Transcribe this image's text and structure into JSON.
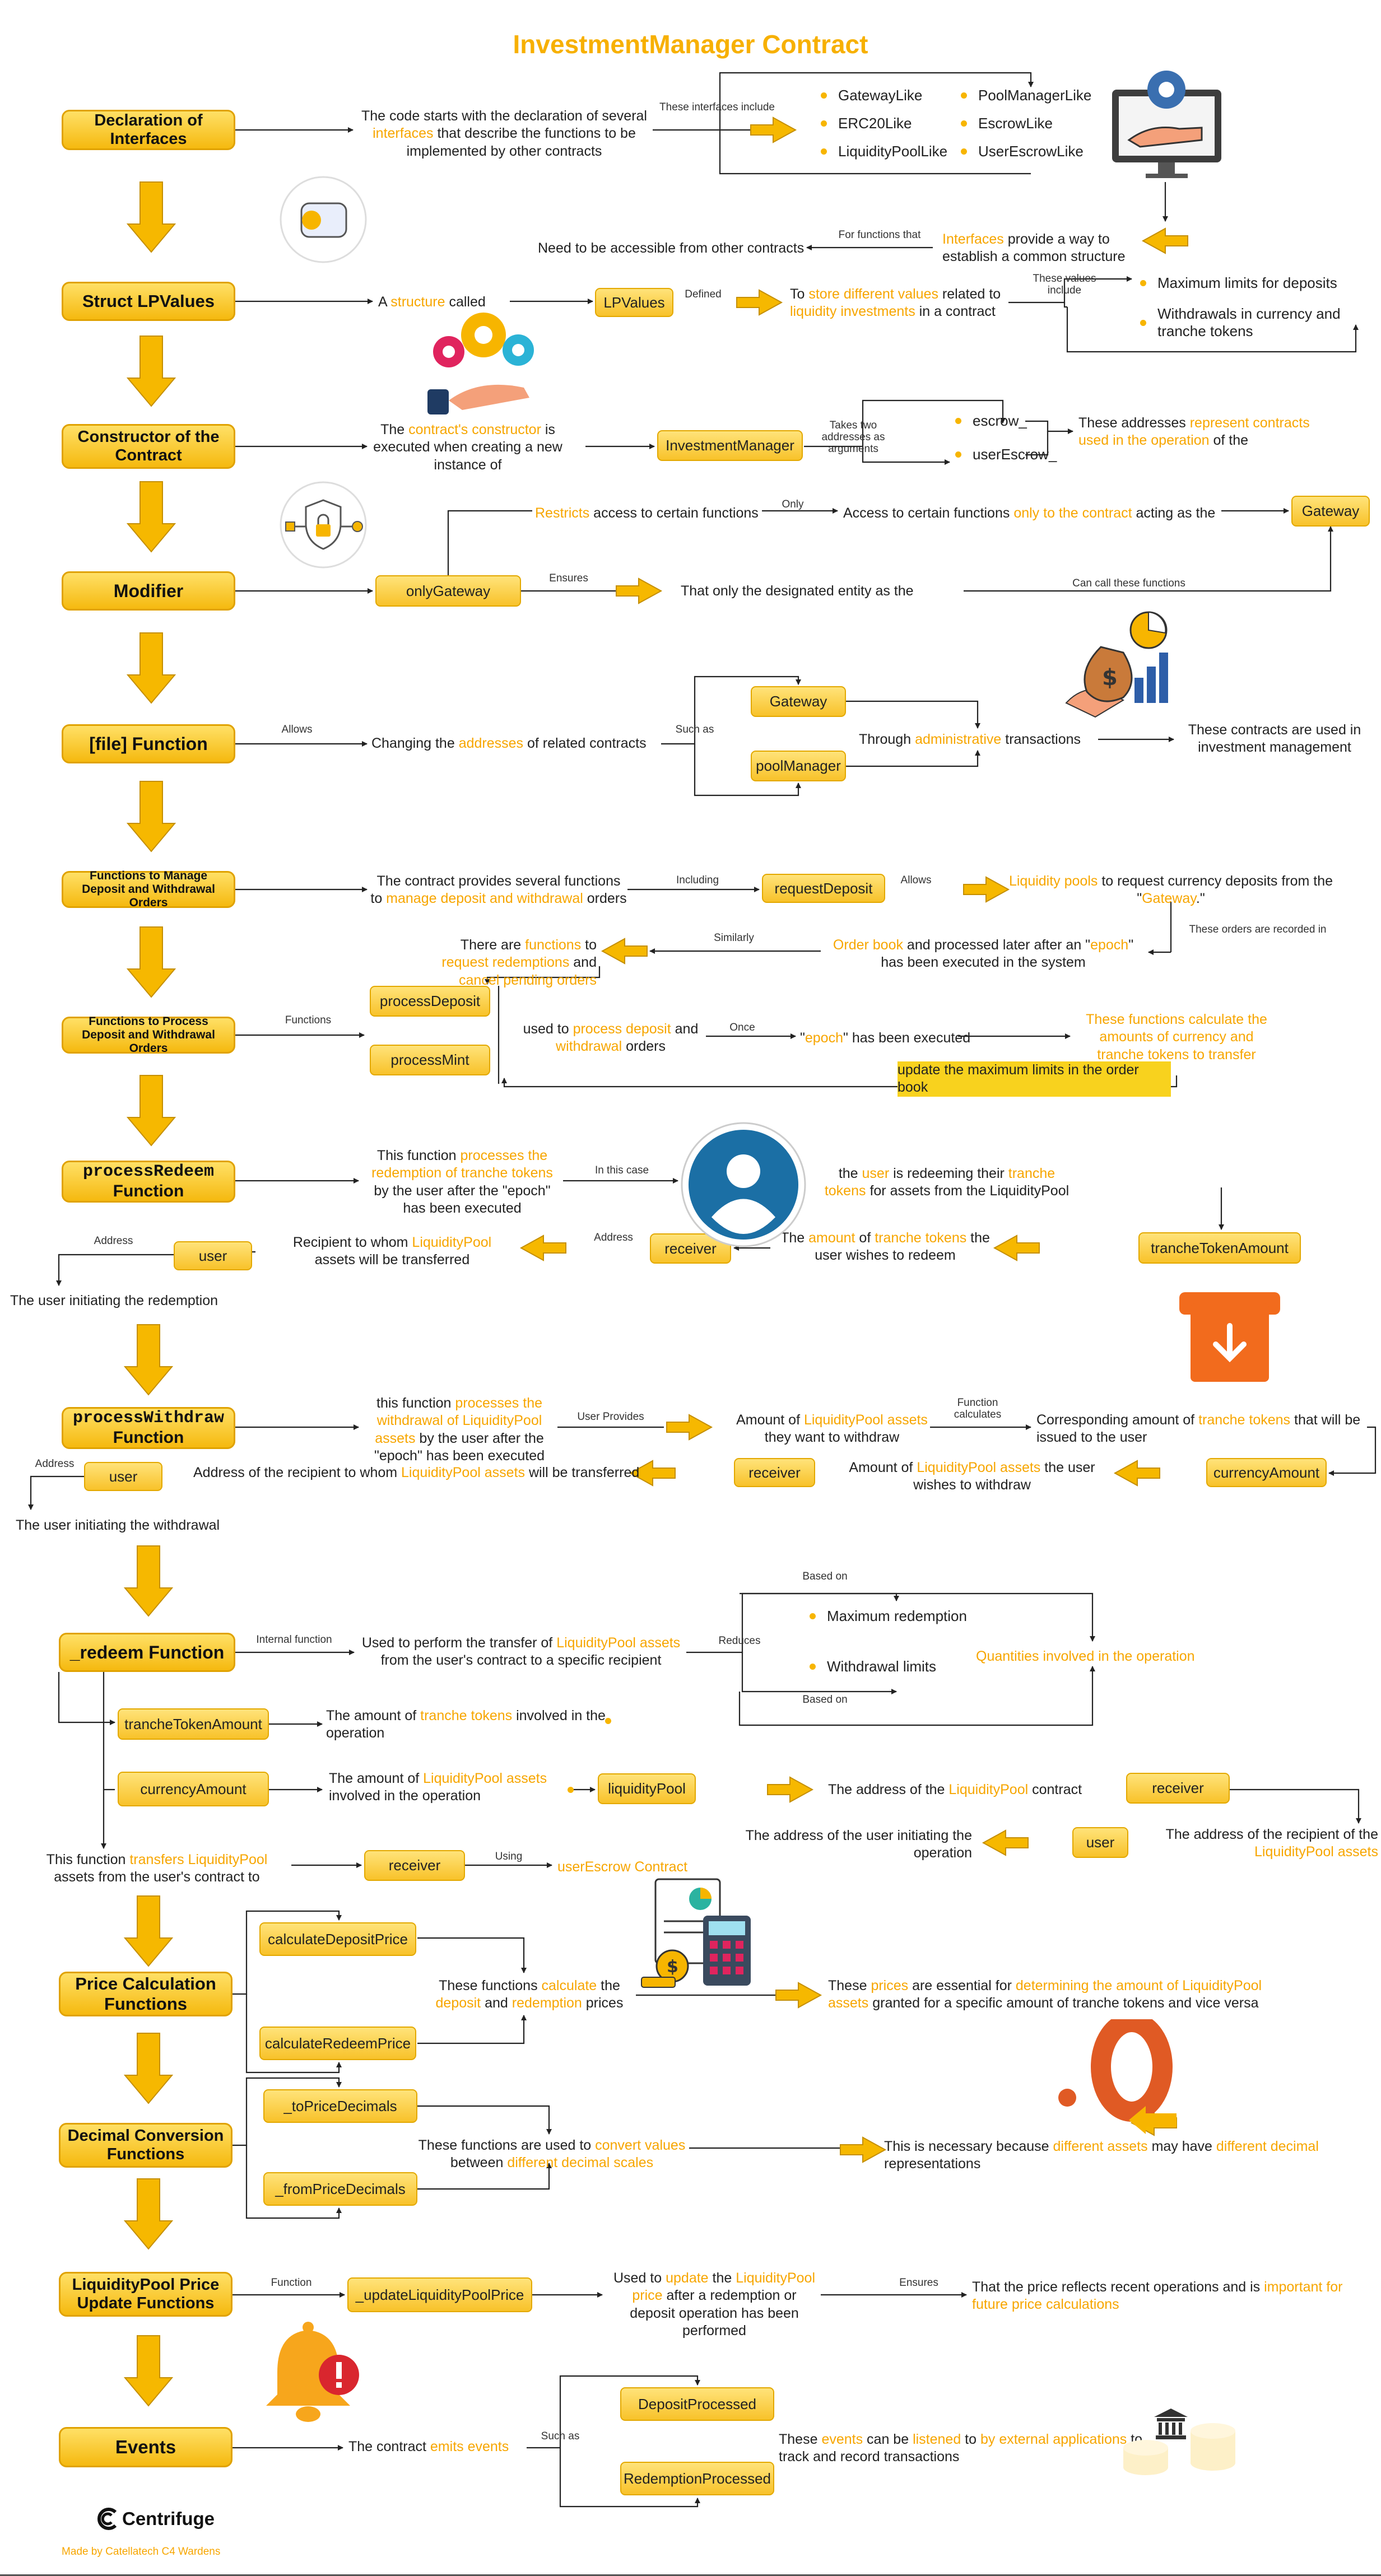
{
  "title": "InvestmentManager Contract",
  "interfaces": {
    "main": "Declaration of Interfaces",
    "desc": {
      "a": "The code starts with the declaration of several ",
      "b": "interfaces",
      "c": " that describe the functions to be implemented by other contracts"
    },
    "label_include": "These interfaces include",
    "items": [
      "GatewayLike",
      "ERC20Like",
      "LiquidityPoolLike",
      "PoolManagerLike",
      "EscrowLike",
      "UserEscrowLike"
    ],
    "note": {
      "a": "Interfaces",
      "b": " provide a way to establish a common structure"
    },
    "label_for": "For functions that",
    "access": "Need to be accessible from other contracts"
  },
  "struct": {
    "main": "Struct LPValues",
    "a": {
      "a": "A ",
      "b": "structure",
      "c": " called"
    },
    "node": "LPValues",
    "label_defined": "Defined",
    "store": {
      "a": "To ",
      "b": "store different values",
      "c": " related to ",
      "d": "liquidity investments",
      "e": " in a contract"
    },
    "label_values": "These values include",
    "items": [
      "Maximum limits for deposits",
      "Withdrawals in currency and tranche tokens"
    ]
  },
  "constructor": {
    "main": "Constructor of the Contract",
    "desc": {
      "a": "The ",
      "b": "contract's constructor",
      "c": " is executed when creating a new instance of"
    },
    "node": "InvestmentManager",
    "label_takes": "Takes two addresses as arguments",
    "items": [
      "escrow_",
      "userEscrow_"
    ],
    "result": {
      "a": "These addresses ",
      "b": "represent contracts used in the operation",
      "c": " of the"
    }
  },
  "modifier": {
    "main": "Modifier",
    "node": "onlyGateway",
    "restricts": {
      "a": "Restricts",
      "b": " access to certain functions"
    },
    "label_only": "Only",
    "access": {
      "a": "Access to certain functions ",
      "b": "only to the contract",
      "c": " acting as the"
    },
    "gateway": "Gateway",
    "label_ensures": "Ensures",
    "entity": "That only the designated entity as the",
    "label_call": "Can call these functions"
  },
  "file_fn": {
    "main": "[file] Function",
    "label_allows": "Allows",
    "desc": {
      "a": "Changing the ",
      "b": "addresses",
      "c": " of related contracts"
    },
    "label_such": "Such as",
    "nodes": [
      "Gateway",
      "poolManager"
    ],
    "through": {
      "a": "Through ",
      "b": "administrative",
      "c": " transactions"
    },
    "result": "These contracts are used in investment management"
  },
  "manage": {
    "main": "Functions to Manage Deposit and Withdrawal Orders",
    "desc": {
      "a": "The contract provides several functions to ",
      "b": "manage deposit and withdrawal",
      "c": " orders"
    },
    "label_including": "Including",
    "node": "requestDeposit",
    "label_allows": "Allows",
    "pools": {
      "a": "Liquidity pools",
      "b": " to request currency deposits from the \"",
      "c": "Gateway",
      "d": ".\""
    },
    "label_recorded": "These orders are recorded in",
    "order": {
      "a": "Order book",
      "b": " and processed later after an \"",
      "c": "epoch",
      "d": "\" has been executed in the system"
    },
    "label_similarly": "Similarly",
    "redeem": {
      "a": "There are ",
      "b": "functions",
      "c": " to ",
      "d": "request redemptions",
      "e": " and ",
      "f": "cancel pending orders"
    }
  },
  "process": {
    "main": "Functions to Process Deposit and Withdrawal Orders",
    "label_functions": "Functions",
    "nodes": [
      "processDeposit",
      "processMint"
    ],
    "used": {
      "a": "used to ",
      "b": "process deposit",
      "c": " and ",
      "d": "withdrawal",
      "e": " orders"
    },
    "label_once": "Once",
    "epoch": {
      "a": "\"",
      "b": "epoch",
      "c": "\" has been executed"
    },
    "calc": "These functions calculate the amounts of currency and tranche tokens to transfer",
    "update": "update the maximum limits in the order book"
  },
  "process_redeem": {
    "main_a": "processRedeem",
    "main_b": "Function",
    "desc": {
      "a": "This function ",
      "b": "processes the redemption of tranche tokens",
      "c": " by the user after the \"epoch\" has been executed"
    },
    "label_case": "In this case",
    "user_text": {
      "a": "the ",
      "b": "user",
      "c": " is redeeming their ",
      "d": "tranche tokens",
      "e": " for assets from the LiquidityPool"
    },
    "node_amount": "trancheTokenAmount",
    "amount_text": {
      "a": "The ",
      "b": "amount",
      "c": " of ",
      "d": "tranche tokens",
      "e": " the user wishes to redeem"
    },
    "node_receiver": "receiver",
    "label_address": "Address",
    "recipient": {
      "a": "Recipient to whom ",
      "b": "LiquidityPool",
      "c": " assets will be transferred"
    },
    "node_user": "user",
    "label_address2": "Address",
    "initiating": "The user initiating the redemption"
  },
  "process_withdraw": {
    "main_a": "processWithdraw",
    "main_b": "Function",
    "desc": {
      "a": "this function ",
      "b": "processes the withdrawal of LiquidityPool assets",
      "c": " by the user after the \"epoch\" has been executed"
    },
    "label_provides": "User Provides",
    "amount": {
      "a": "Amount of ",
      "b": "LiquidityPool assets",
      "c": " they want to withdraw"
    },
    "label_calculates": "Function calculates",
    "corresponding": {
      "a": "Corresponding amount of ",
      "b": "tranche tokens",
      "c": " that will be issued to the user"
    },
    "node_currency": "currencyAmount",
    "amount2": {
      "a": "Amount of ",
      "b": "LiquidityPool assets",
      "c": " the user wishes to withdraw"
    },
    "node_receiver": "receiver",
    "address_text": {
      "a": "Address of the recipient to whom ",
      "b": "LiquidityPool assets",
      "c": " will be transferred"
    },
    "node_user": "user",
    "label_address": "Address",
    "initiating": "The user initiating the withdrawal"
  },
  "redeem_fn": {
    "main": "_redeem Function",
    "label_internal": "Internal function",
    "desc": {
      "a": "Used to perform the transfer of ",
      "b": "LiquidityPool assets",
      "c": " from the user's contract to a specific recipient"
    },
    "label_reduces": "Reduces",
    "label_based1": "Based on",
    "label_based2": "Based on",
    "items": [
      "Maximum redemption",
      "Withdrawal limits"
    ],
    "quantities": "Quantities involved in the operation",
    "node_tranche": "trancheTokenAmount",
    "tranche_text": {
      "a": "The amount of ",
      "b": "tranche tokens",
      "c": " involved in the operation"
    },
    "node_currency": "currencyAmount",
    "currency_text": {
      "a": "The amount of ",
      "b": "LiquidityPool assets",
      "c": " involved in the operation"
    },
    "node_pool": "liquidityPool",
    "pool_text": {
      "a": "The address of the ",
      "b": "LiquidityPool",
      "c": " contract"
    },
    "node_receiver": "receiver",
    "receiver_text": {
      "a": "The address of the recipient of the ",
      "b": "LiquidityPool assets"
    },
    "node_user": "user",
    "user_text": "The address of the user initiating the operation",
    "transfers": {
      "a": "This function ",
      "b": "transfers LiquidityPool",
      "c": " assets from the user's contract to"
    },
    "node_receiver2": "receiver",
    "label_using": "Using",
    "escrow": "userEscrow Contract"
  },
  "price": {
    "main": "Price Calculation Functions",
    "nodes": [
      "calculateDepositPrice",
      "calculateRedeemPrice"
    ],
    "desc": {
      "a": "These functions ",
      "b": "calculate",
      "c": " the ",
      "d": "deposit",
      "e": " and ",
      "f": "redemption",
      "g": " prices"
    },
    "essential": {
      "a": "These ",
      "b": "prices",
      "c": " are essential for ",
      "d": "determining the amount of LiquidityPool assets",
      "e": " granted for a specific amount of tranche tokens and vice versa"
    }
  },
  "decimal": {
    "main": "Decimal Conversion Functions",
    "nodes": [
      "_toPriceDecimals",
      "_fromPriceDecimals"
    ],
    "desc": {
      "a": "These functions are used to ",
      "b": "convert values",
      "c": " between ",
      "d": "different decimal scales"
    },
    "necessary": {
      "a": "This is necessary because ",
      "b": "different assets",
      "c": " may have ",
      "d": "different decimal",
      "e": " representations"
    }
  },
  "lp_update": {
    "main": "LiquidityPool Price Update Functions",
    "label_function": "Function",
    "node": "_updateLiquidityPoolPrice",
    "desc": {
      "a": "Used to ",
      "b": "update",
      "c": " the ",
      "d": "LiquidityPool price",
      "e": " after a redemption or deposit operation has been performed"
    },
    "label_ensures": "Ensures",
    "ensures": {
      "a": "That the price reflects recent operations and is ",
      "b": "important for future price calculations"
    }
  },
  "events": {
    "main": "Events",
    "emits": {
      "a": "The contract ",
      "b": "emits events"
    },
    "label_such": "Such as",
    "nodes": [
      "DepositProcessed",
      "RedemptionProcessed"
    ],
    "desc": {
      "a": "These ",
      "b": "events",
      "c": " can be ",
      "d": "listened",
      "e": " to ",
      "f": "by external applications",
      "g": " to track and record transactions"
    }
  },
  "footer": {
    "brand": "Centrifuge",
    "credit": "Made by Catellatech C4 Wardens"
  },
  "colors": {
    "accent": "#f7a600",
    "node_fill": "#f8c22a",
    "arrow": "#f5b800"
  }
}
